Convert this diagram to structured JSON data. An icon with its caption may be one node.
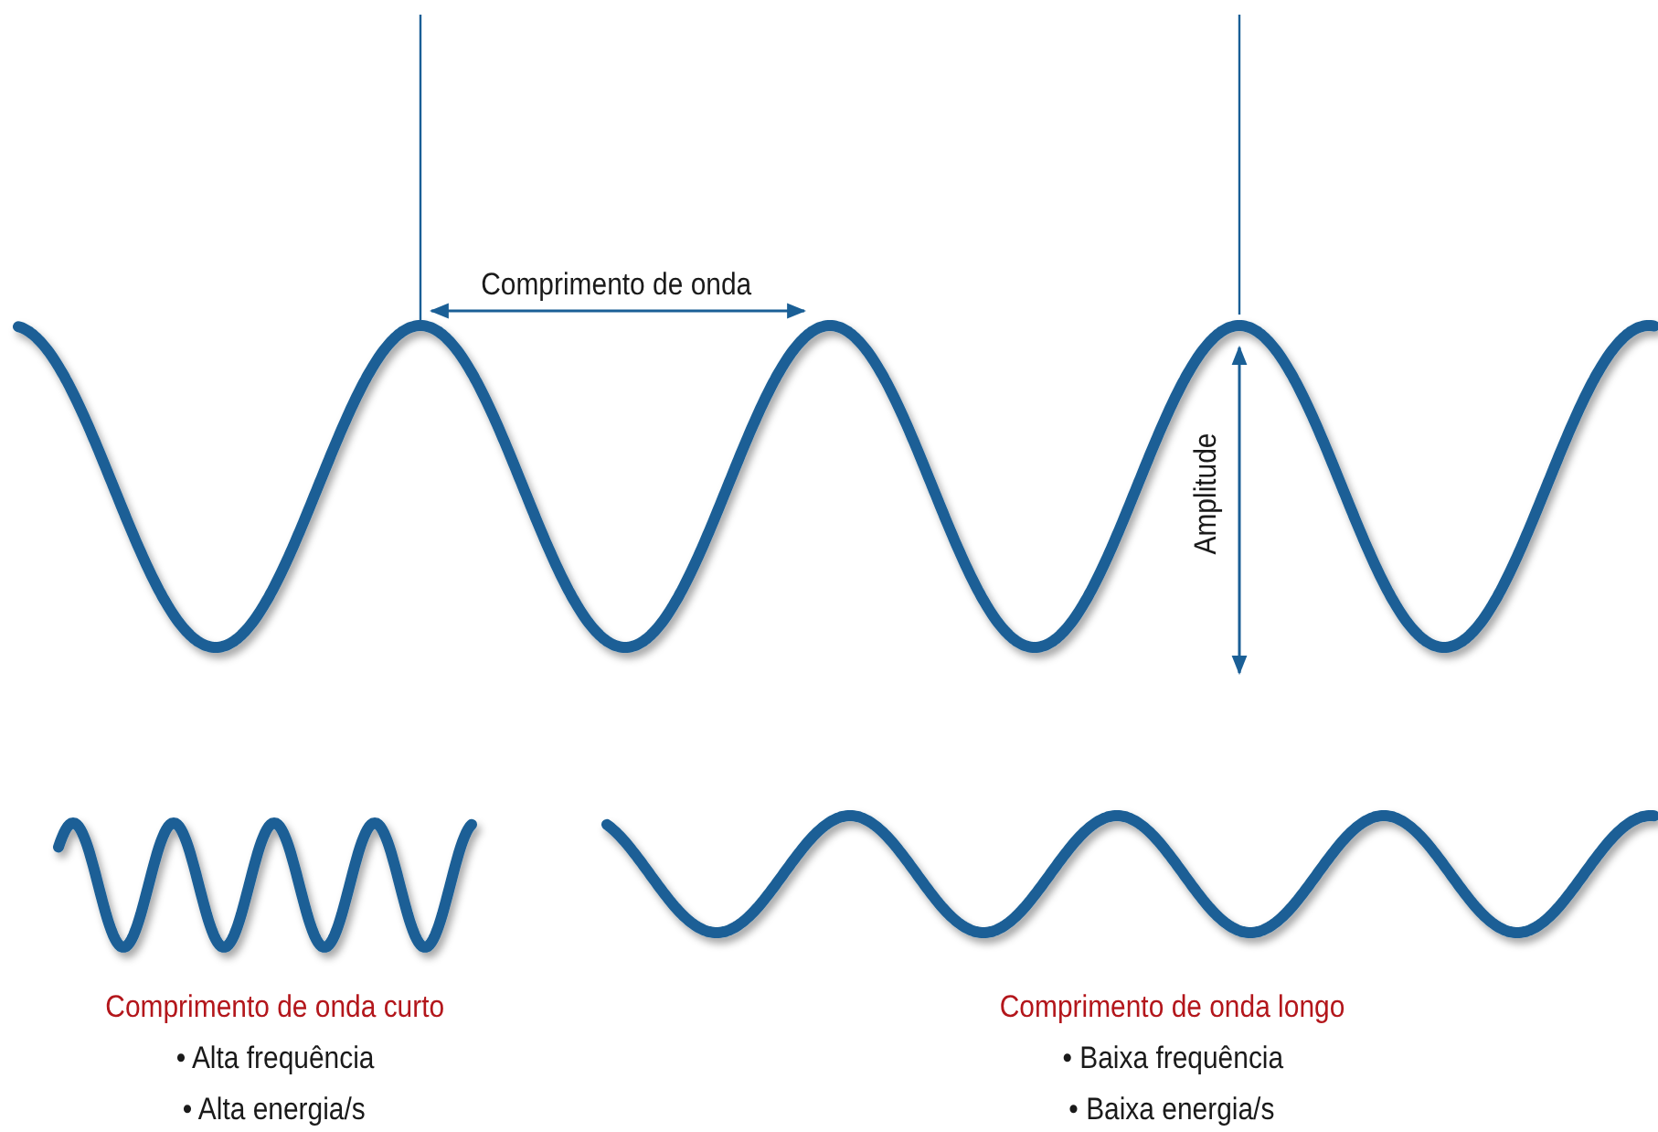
{
  "diagram": {
    "labels": [
      "Comprimento de onda",
      "Amplitude",
      "Comprimento de onda curto",
      "• Alta frequência",
      "• Alta energia/s",
      "Comprimento de onda longo",
      "• Baixa frequência",
      "• Baixa energia/s"
    ]
  }
}
